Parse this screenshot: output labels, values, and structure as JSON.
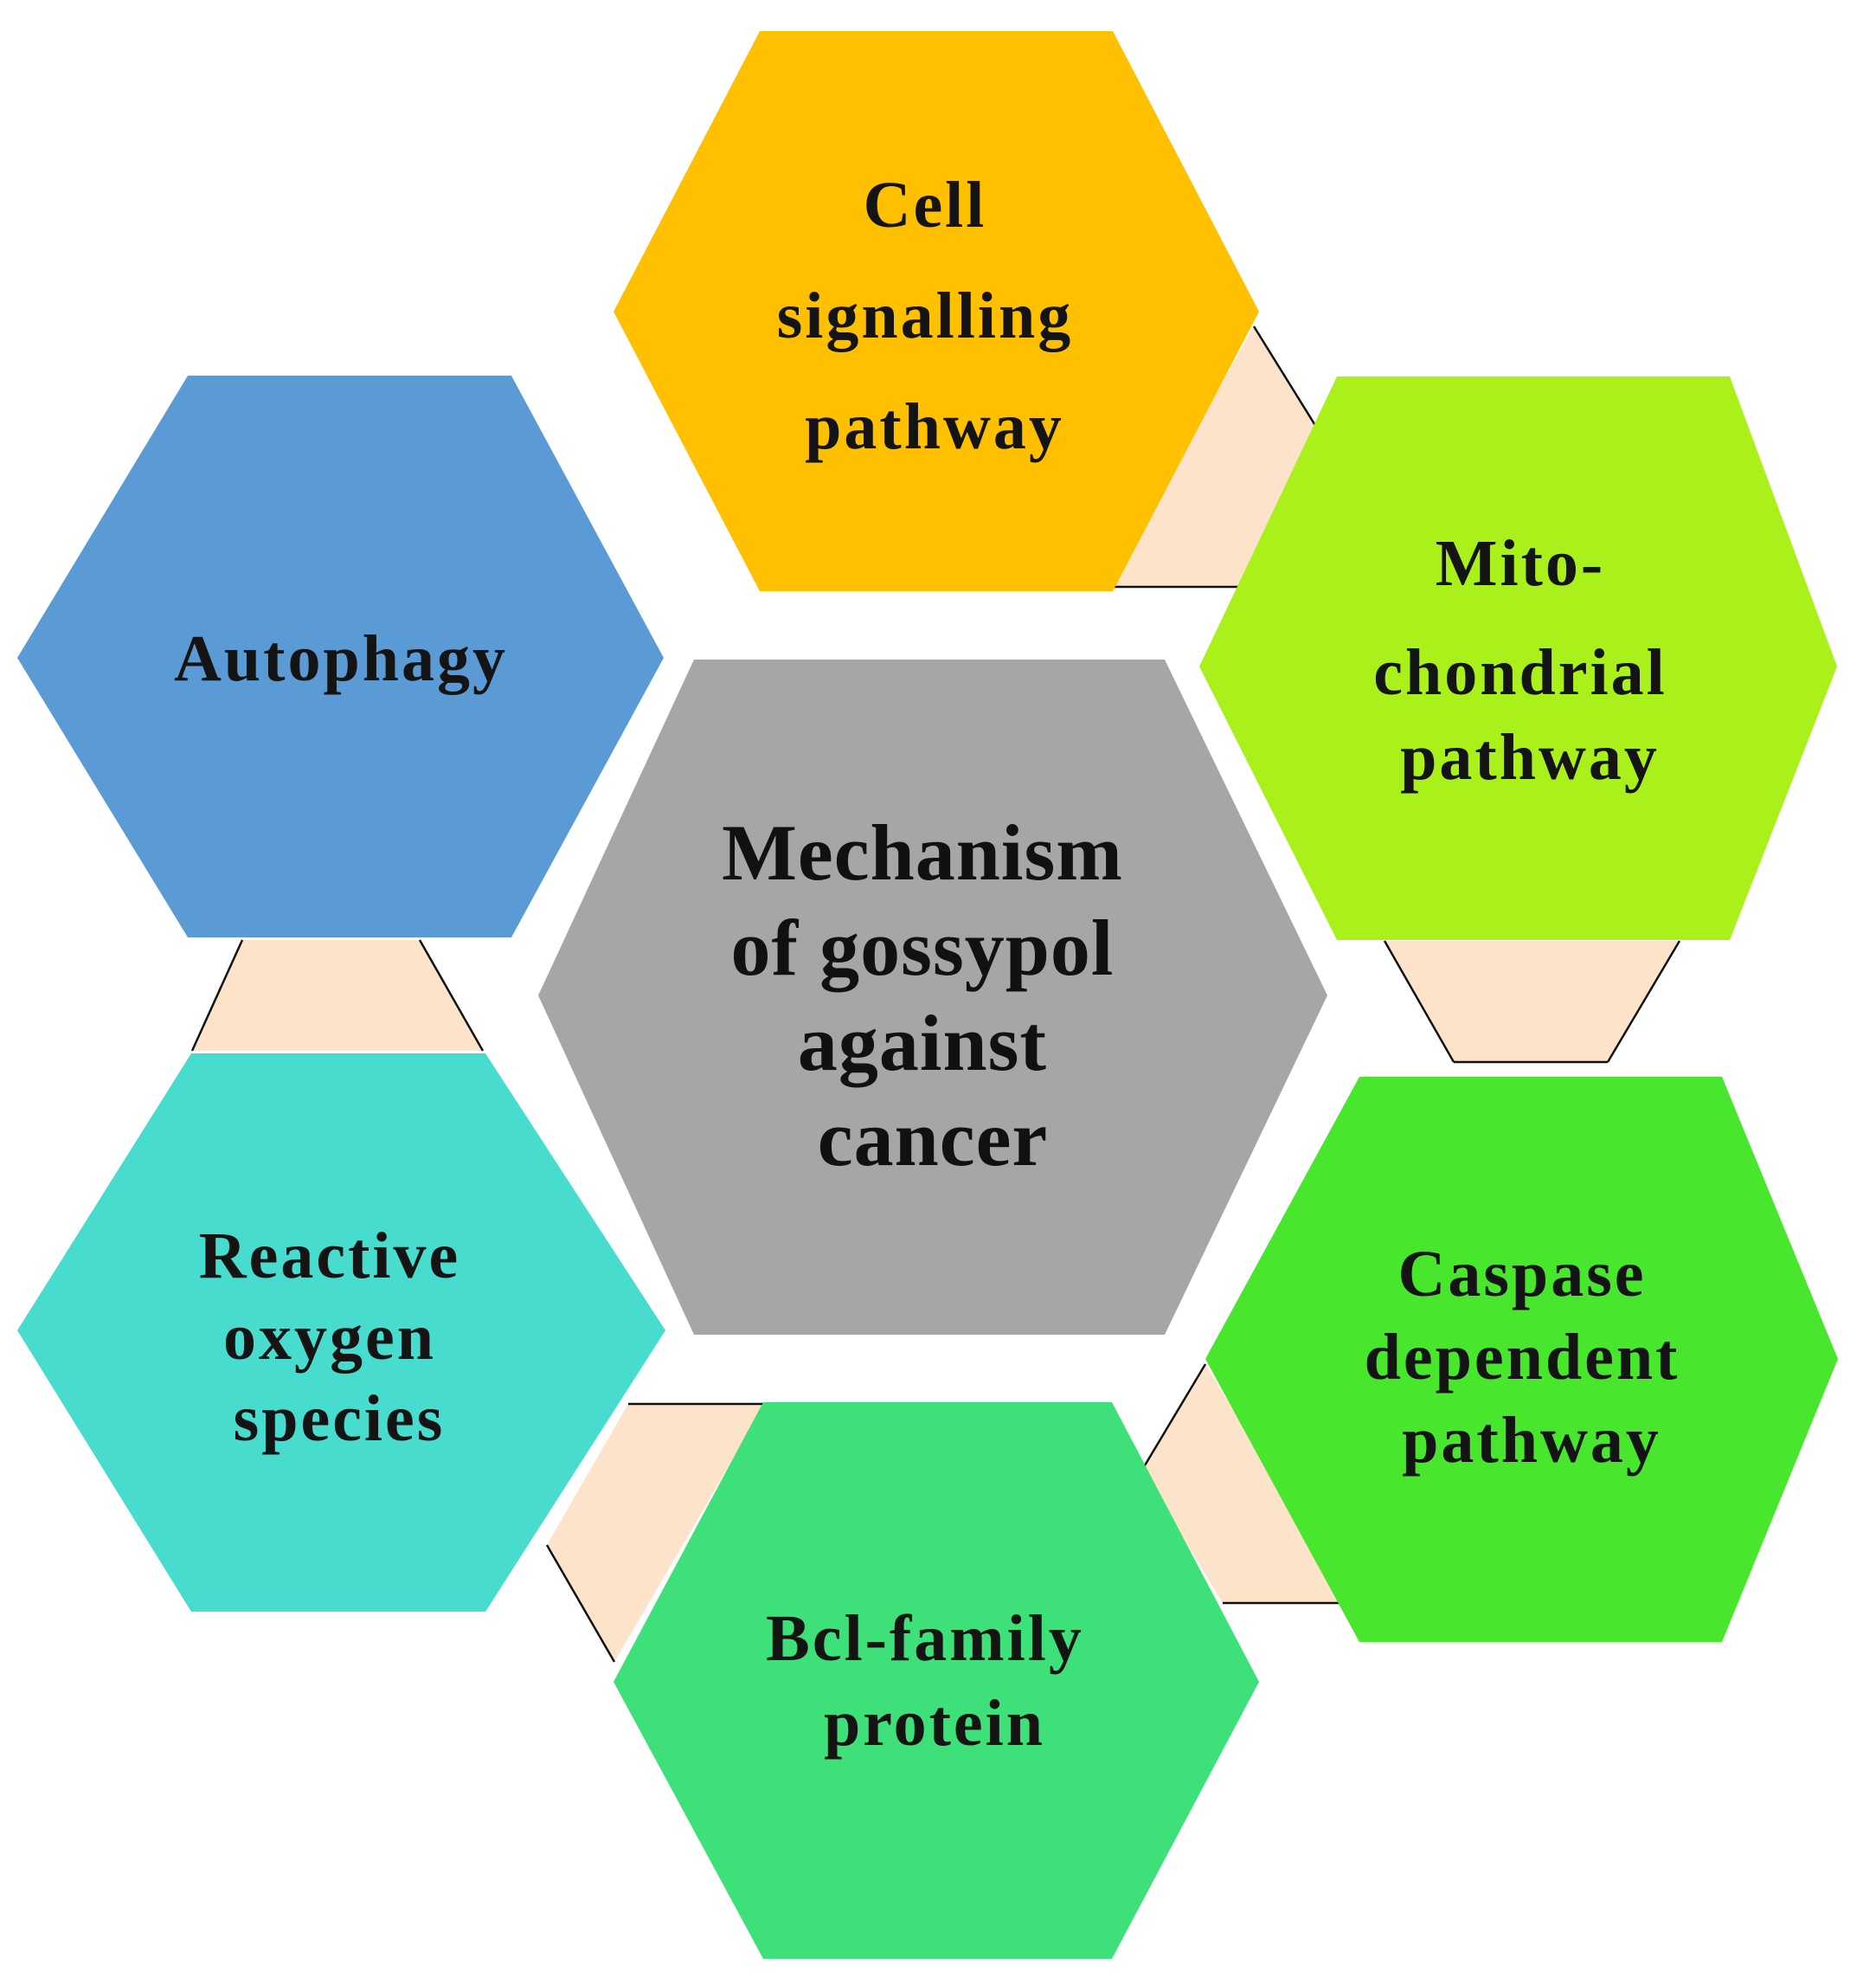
{
  "diagram": {
    "center": {
      "lines": [
        "Mechanism",
        "of gossypol",
        "against",
        "cancer"
      ],
      "color": "#a6a6a6"
    },
    "nodes": [
      {
        "id": "cell-signalling",
        "lines": [
          "Cell",
          "signalling",
          "pathway"
        ],
        "color": "#ffc000"
      },
      {
        "id": "mitochondrial",
        "lines": [
          "Mito-",
          "chondrial",
          "pathway"
        ],
        "color": "#aaf11c"
      },
      {
        "id": "caspase",
        "lines": [
          "Caspase",
          "dependent",
          "pathway"
        ],
        "color": "#49e62e"
      },
      {
        "id": "bcl-family",
        "lines": [
          "Bcl-family",
          "protein"
        ],
        "color": "#3ee07a"
      },
      {
        "id": "ros",
        "lines": [
          "Reactive",
          "oxygen",
          "species"
        ],
        "color": "#48dccf"
      },
      {
        "id": "autophagy",
        "lines": [
          "Autophagy"
        ],
        "color": "#5b9bd5"
      }
    ],
    "connector_color": "#fde3c9"
  }
}
